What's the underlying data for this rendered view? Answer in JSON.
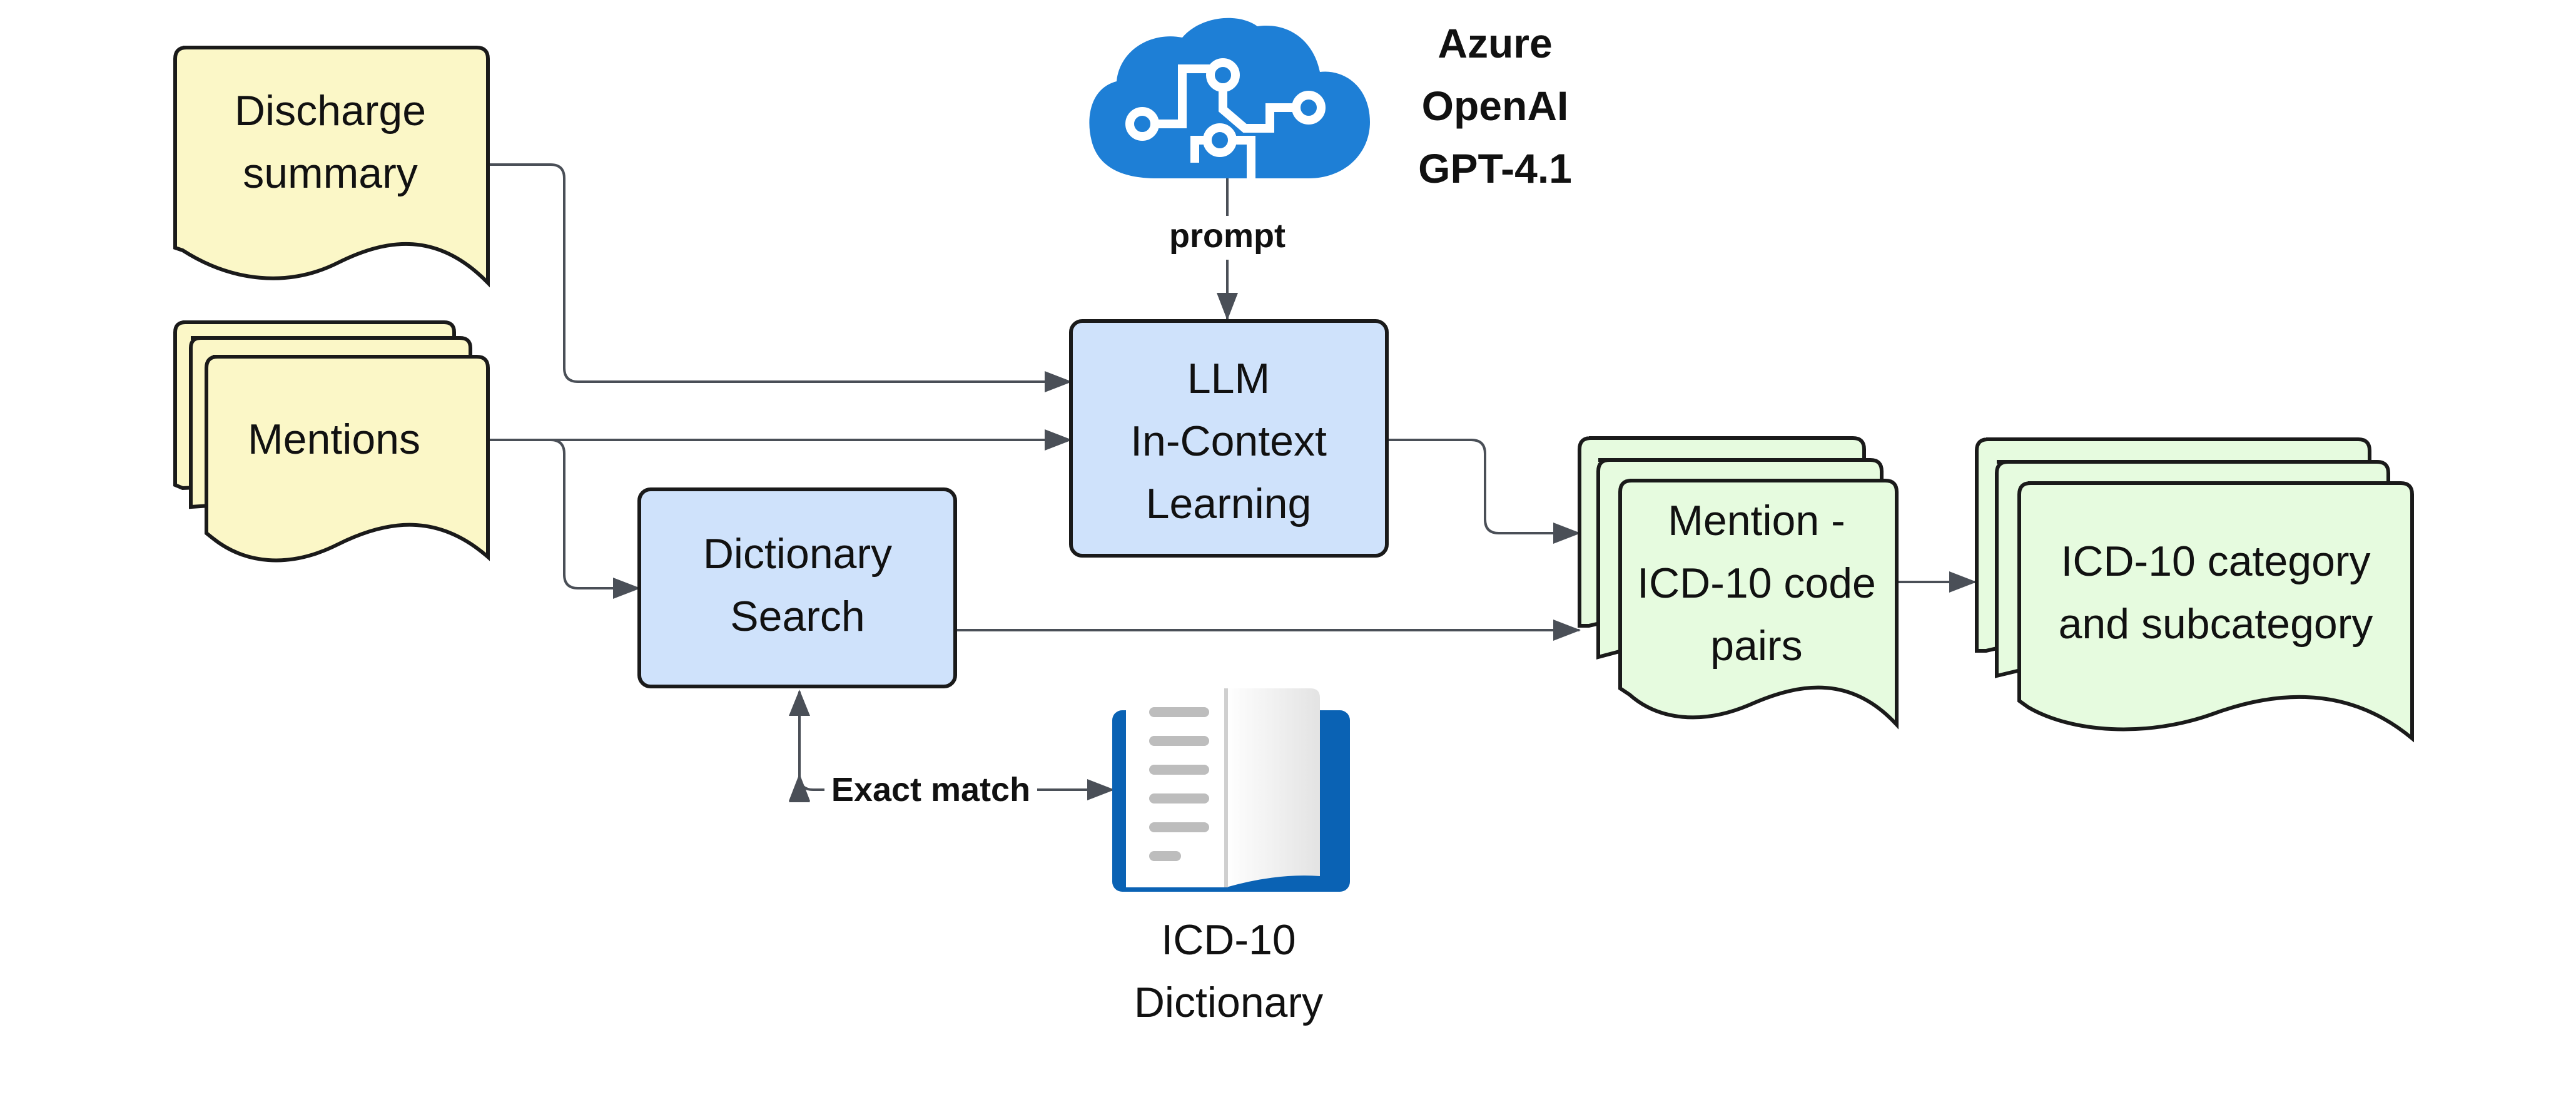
{
  "nodes": {
    "discharge_summary": {
      "line1": "Discharge",
      "line2": "summary"
    },
    "mentions": {
      "label": "Mentions"
    },
    "llm": {
      "line1": "LLM",
      "line2": "In-Context",
      "line3": "Learning"
    },
    "dictionary_search": {
      "line1": "Dictionary",
      "line2": "Search"
    },
    "azure": {
      "line1": "Azure",
      "line2": "OpenAI",
      "line3": "GPT-4.1"
    },
    "icd10_dictionary": {
      "line1": "ICD-10",
      "line2": "Dictionary"
    },
    "mention_code_pairs": {
      "line1": "Mention -",
      "line2": "ICD-10 code",
      "line3": "pairs"
    },
    "category_output": {
      "line1": "ICD-10 category",
      "line2": "and subcategory"
    }
  },
  "edge_labels": {
    "prompt": "prompt",
    "exact_match": "Exact match"
  },
  "colors": {
    "input_docs": "#fbf7c7",
    "process_boxes": "#cfe2fb",
    "output_docs": "#e6fbdf",
    "azure_blue": "#1e7fd6",
    "book_blue": "#0a62b4",
    "connector": "#4a4f57"
  }
}
